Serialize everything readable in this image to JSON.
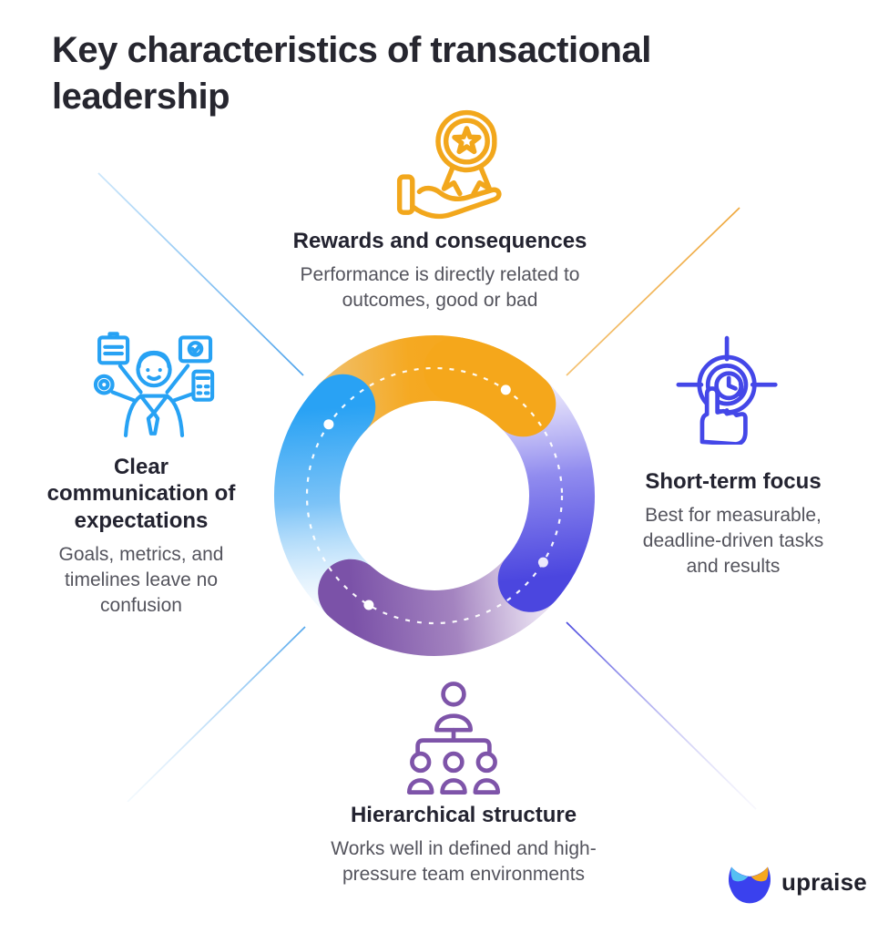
{
  "title": "Key characteristics of transactional leadership",
  "features": [
    {
      "id": "rewards",
      "title": "Rewards and consequences",
      "description": "Performance is directly related to outcomes, good or bad",
      "color": "#F5A71B",
      "icon": "award-hand-icon",
      "position": "top"
    },
    {
      "id": "short_term",
      "title": "Short-term focus",
      "description": "Best for measurable, deadline-driven tasks and results",
      "color": "#4B46DF",
      "icon": "target-clock-icon",
      "position": "right"
    },
    {
      "id": "communication",
      "title": "Clear communication of expectations",
      "description": "Goals, metrics, and timelines leave no confusion",
      "color": "#29A2F4",
      "icon": "multitasking-person-icon",
      "position": "left"
    },
    {
      "id": "hierarchy",
      "title": "Hierarchical structure",
      "description": "Works well in defined and high-pressure team environments",
      "color": "#7B52A8",
      "icon": "org-chart-icon",
      "position": "bottom"
    }
  ],
  "diagram": {
    "type": "cycle-donut",
    "segments": [
      {
        "feature": "rewards",
        "color": "#F5A71B",
        "position": "top"
      },
      {
        "feature": "short_term",
        "color": "#4B46DF",
        "position": "right"
      },
      {
        "feature": "hierarchy",
        "color": "#7B52A8",
        "position": "bottom"
      },
      {
        "feature": "communication",
        "color": "#29A2F4",
        "position": "left"
      }
    ]
  },
  "logo": {
    "text": "upraise"
  }
}
